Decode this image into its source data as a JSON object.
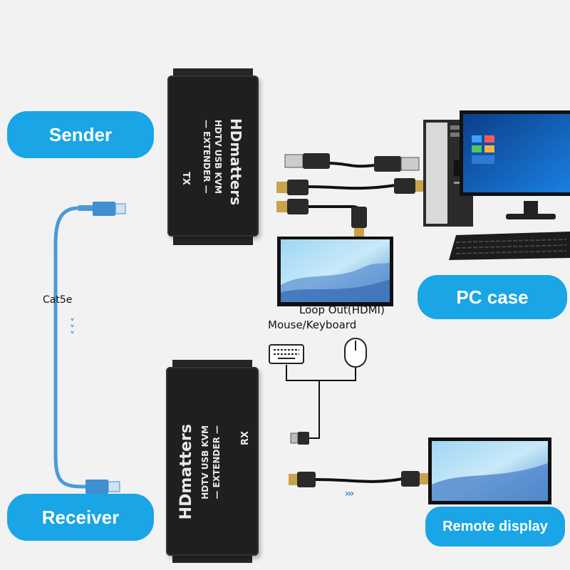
{
  "labels": {
    "sender": "Sender",
    "receiver": "Receiver",
    "pc_case": "PC case",
    "remote_display": "Remote display",
    "cable": "Cat5e",
    "loop_out": "Loop Out(HDMI)",
    "mouse_keyboard": "Mouse/Keyboard"
  },
  "tx_device": {
    "brand": "HDmatters",
    "model": "HDTV USB KVM",
    "type": "— EXTENDER —",
    "tag": "TX"
  },
  "rx_device": {
    "brand": "HDmatters",
    "model": "HDTV USB KVM",
    "type": "— EXTENDER —",
    "tag": "RX"
  },
  "icons": [
    "rj45-plug-icon",
    "usb-plug-icon",
    "hdmi-plug-icon",
    "keyboard-icon",
    "mouse-icon",
    "monitor-icon",
    "pc-tower-icon",
    "chevron-arrow-icon"
  ],
  "colors": {
    "accent": "#19a5e6",
    "device": "#1f1f1f",
    "cable_blue": "#4a9ad6",
    "arrow": "#2a8fd8"
  }
}
